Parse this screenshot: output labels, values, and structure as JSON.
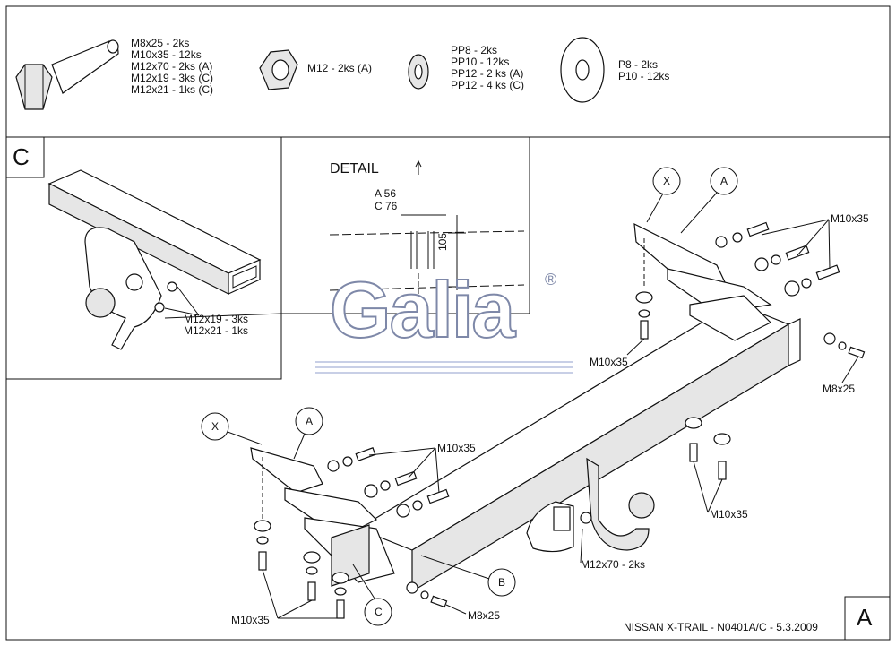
{
  "hardware": {
    "bolt_lines": [
      "M8x25 - 2ks",
      "M10x35 - 12ks",
      "M12x70 - 2ks (A)",
      "M12x19 - 3ks (C)",
      "M12x21 - 1ks (C)"
    ],
    "nut_line": "M12 - 2ks (A)",
    "spring_washer_lines": [
      "PP8 - 2ks",
      "PP10 - 12ks",
      "PP12 - 2 ks (A)",
      "PP12 - 4 ks (C)"
    ],
    "flat_washer_lines": [
      "P8 - 2ks",
      "P10 - 12ks"
    ]
  },
  "detail_c": {
    "corner_letter": "C",
    "bolt_lines": [
      "M12x19 - 3ks",
      "M12x21 - 1ks"
    ]
  },
  "detail_dims": {
    "title": "DETAIL",
    "dim_a": "A 56",
    "dim_c": "C 76",
    "dim_height": "105"
  },
  "logo": {
    "text": "Galia",
    "mark": "®"
  },
  "callouts": {
    "x_right": "X",
    "a_right": "A",
    "x_left": "X",
    "a_left": "A",
    "b": "B",
    "c": "C"
  },
  "labels": {
    "m10x35_top_right": "M10x35",
    "m10x35_right_bolt": "M10x35",
    "m8x25_right": "M8x25",
    "m10x35_mid_left": "M10x35",
    "m10x35_lower_right": "M10x35",
    "m12x70": "M12x70 - 2ks",
    "m8x25_bottom": "M8x25",
    "m10x35_bottom_left": "M10x35"
  },
  "footer": {
    "caption": "NISSAN X-TRAIL - N0401A/C - 5.3.2009",
    "sheet_letter": "A"
  }
}
